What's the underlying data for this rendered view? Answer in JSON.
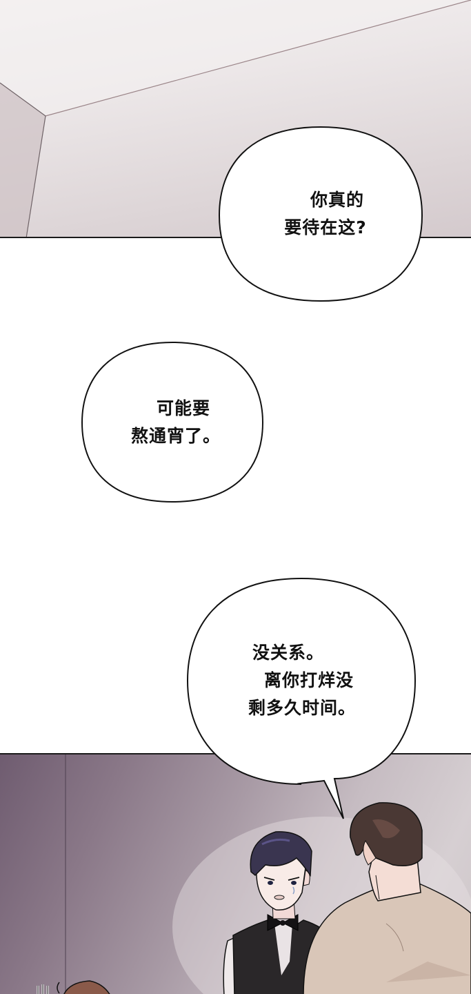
{
  "comic": {
    "panels": [
      {
        "id": "panel-ceiling",
        "description": "room ceiling corner"
      },
      {
        "id": "panel-scene",
        "description": "waiter in bow tie and vest facing man in beige shirt"
      }
    ],
    "bubbles": [
      {
        "lines": [
          "你真的",
          "要待在这?"
        ],
        "text": "你真的要待在这?"
      },
      {
        "lines": [
          "可能要",
          "熬通宵了。"
        ],
        "text": "可能要熬通宵了。"
      },
      {
        "lines": [
          "没关系。",
          "离你打烊没",
          "剩多久时间。"
        ],
        "text": "没关系。离你打烊没剩多久时间。"
      }
    ],
    "colors": {
      "ceiling_light": "#f4f1f1",
      "ceiling_shadow": "#d4cacd",
      "wall_purple": "#6f5c70",
      "wall_light": "#d6cfd2",
      "bubble_fill": "#ffffff",
      "outline": "#111111",
      "vest_black": "#2a2729",
      "shirt_beige": "#d9c6b8",
      "hair_navy": "#3a3550",
      "hair_brown": "#4a3834"
    }
  }
}
